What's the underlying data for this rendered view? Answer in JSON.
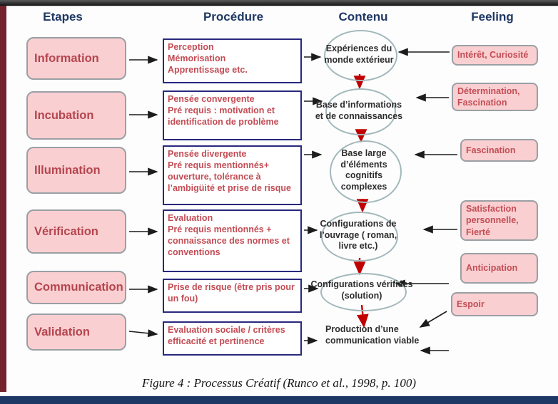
{
  "columns": [
    "Etapes",
    "Procédure",
    "Contenu",
    "Feeling"
  ],
  "rows": [
    {
      "stage": "Information",
      "procedure": "Perception\nMémorisation\nApprentissage etc.",
      "contenu": "Expériences du\nmonde extérieur",
      "feeling": "Intérêt, Curiosité"
    },
    {
      "stage": "Incubation",
      "procedure": "Pensée convergente\nPré requis : motivation et\nidentification de problème",
      "contenu": "Base d’informations\net de connaissances",
      "feeling": "Détermination,\nFascination"
    },
    {
      "stage": "Illumination",
      "procedure": "Pensée divergente\nPré requis mentionnés+\nouverture, tolérance à\nl’ambigüité et prise de risque",
      "contenu": "Base large\nd’éléments\ncognitifs\ncomplexes",
      "feeling": "Fascination"
    },
    {
      "stage": "Vérification",
      "procedure": "Evaluation\nPré requis mentionnés +\nconnaissance des normes et\nconventions",
      "contenu": "Configurations de\nl’ouvrage ( roman,\nlivre etc.)",
      "feeling": "Satisfaction\npersonnelle,\nFierté"
    },
    {
      "stage": "Communication",
      "procedure": "Prise de risque (être pris pour\nun fou)",
      "contenu": "Configurations vérifiées\n(solution)",
      "feeling": "Anticipation"
    },
    {
      "stage": "Validation",
      "procedure": "Evaluation sociale / critères\nefficacité et pertinence",
      "contenu": "Production d’une\ncommunication viable",
      "feeling": "Espoir"
    }
  ],
  "caption": "Figure 4 : Processus Créatif (Runco et al., 1998, p. 100)",
  "colors": {
    "header_text": "#1f3864",
    "stage_fill": "#f9cfd1",
    "stage_border": "#9aa0a4",
    "stage_text": "#b5454e",
    "procedure_border": "#28287d",
    "red_text": "#c34d55",
    "ellipse_border": "#a3b8bc",
    "content_text": "#2d2d2d",
    "black_arrow": "#1c1c1c",
    "red_arrow": "#c00000",
    "top_bar": "#1d1d1d",
    "left_bar": "#74222b",
    "bottom_bar": "#1e3866"
  }
}
